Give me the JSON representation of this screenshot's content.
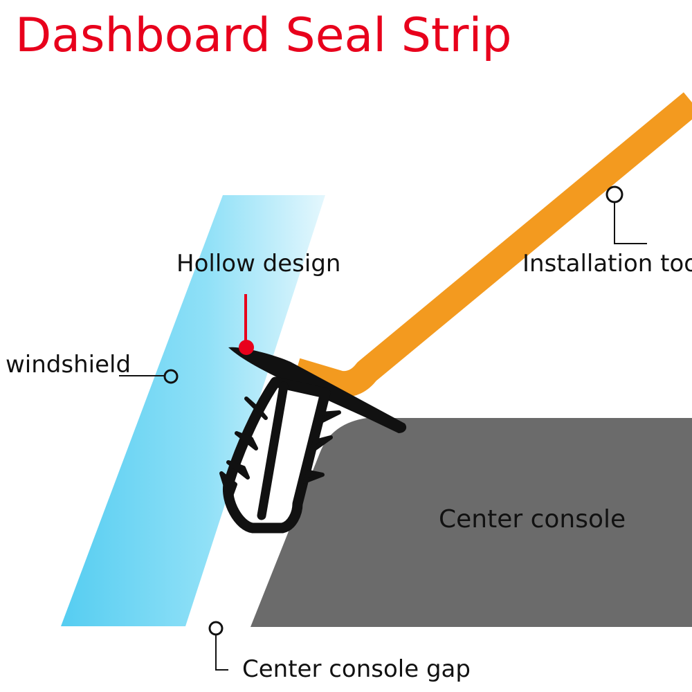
{
  "title": "Dashboard Seal Strip",
  "colors": {
    "title": "#e8001c",
    "windshield": "#6fd6f4",
    "tool": "#f39a1f",
    "console": "#6b6b6b",
    "seal": "#111111",
    "marker": "#e8001c"
  },
  "labels": {
    "hollow_design": "Hollow design",
    "installation_tool": "Installation tool",
    "windshield": "windshield",
    "center_console": "Center console",
    "center_console_gap": "Center console gap"
  }
}
